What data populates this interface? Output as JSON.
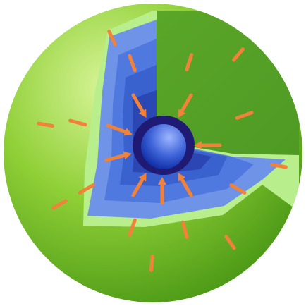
{
  "diagram": {
    "kind": "cutaway-sphere",
    "labels": [],
    "colors": {
      "background": "#ffffff",
      "outer_shell_light": "#d9f59a",
      "outer_shell_mid": "#8fcf36",
      "outer_shell_dark": "#3f8f10",
      "cut_rim": "#b9ee8c",
      "back_wall": "#4f9a24",
      "layer_1": "#6f93e6",
      "layer_2": "#4f79de",
      "layer_3": "#3a62cf",
      "layer_4": "#2a47b4",
      "core_ring": "#1f1a73",
      "core_light": "#9db6ff",
      "core_dark": "#0d2aa3",
      "arrow": "#f2813a"
    },
    "arrow_direction": "inward",
    "arrow_rings": 3,
    "layers": [
      "outer-shell",
      "layer-1",
      "layer-2",
      "layer-3",
      "layer-4",
      "dark-inner-ring",
      "core-sphere"
    ]
  }
}
